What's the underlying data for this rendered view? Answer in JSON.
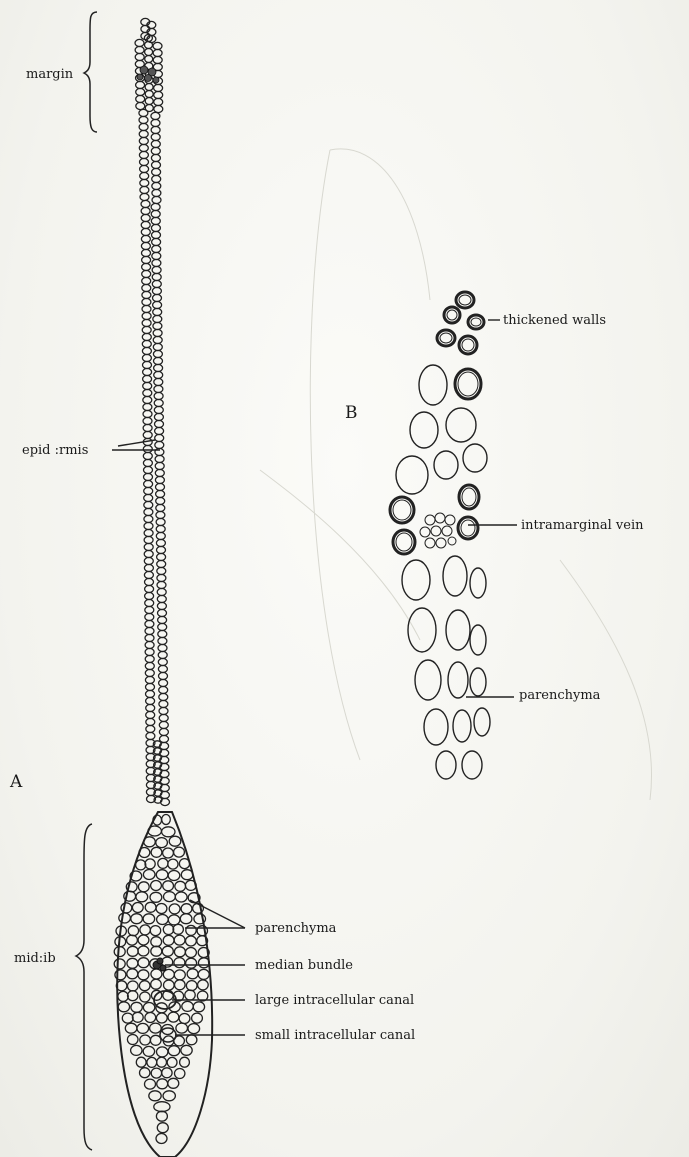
{
  "panel_a": {
    "letter": "A",
    "labels": {
      "margin": "margin",
      "epidermis": "epid :rmis",
      "midrib": "mid:ib",
      "parenchyma": "parenchyma",
      "median_bundle": "median bundle",
      "large_canal": "large intracellular canal",
      "small_canal": "small intracellular canal"
    }
  },
  "panel_b": {
    "letter": "B",
    "labels": {
      "thickened_walls": "thickened walls",
      "intramarginal_vein": "intramarginal vein",
      "parenchyma": "parenchyma"
    }
  }
}
